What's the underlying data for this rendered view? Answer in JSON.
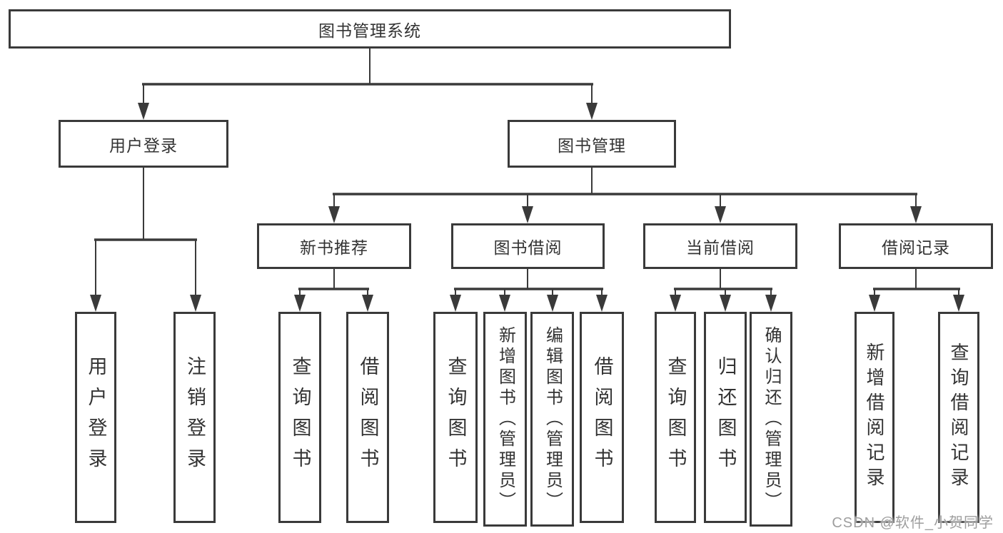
{
  "colors": {
    "line": "#3a3a3a",
    "watermark_text": "#9e9e9e",
    "background": "#ffffff"
  },
  "watermark": "CSDN @软件_小贺同学",
  "tree": {
    "root": "图书管理系统",
    "login": {
      "label": "用户登录",
      "children": [
        "用户登录",
        "注销登录"
      ]
    },
    "management": {
      "label": "图书管理",
      "groups": [
        {
          "label": "新书推荐",
          "children": [
            "查询图书",
            "借阅图书"
          ]
        },
        {
          "label": "图书借阅",
          "children": [
            "查询图书",
            "新增图书（管理员）",
            "编辑图书（管理员）",
            "借阅图书"
          ]
        },
        {
          "label": "当前借阅",
          "children": [
            "查询图书",
            "归还图书",
            "确认归还（管理员）"
          ]
        },
        {
          "label": "借阅记录",
          "children": [
            "新增借阅记录",
            "查询借阅记录"
          ]
        }
      ]
    }
  }
}
